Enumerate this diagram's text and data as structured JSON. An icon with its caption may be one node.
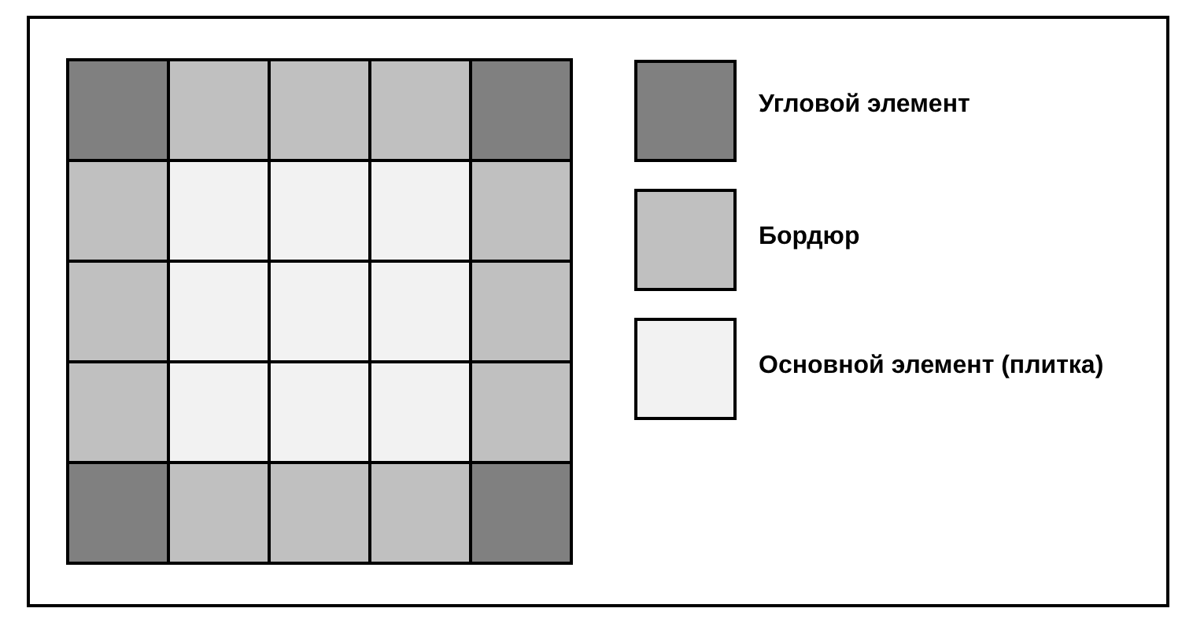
{
  "diagram": {
    "legend": [
      {
        "text": "Угловой элемент",
        "color": "#808080"
      },
      {
        "text": "Бордюр",
        "color": "#c0c0c0"
      },
      {
        "text": "Основной элемент (плитка)",
        "color": "#f2f2f2"
      }
    ]
  }
}
